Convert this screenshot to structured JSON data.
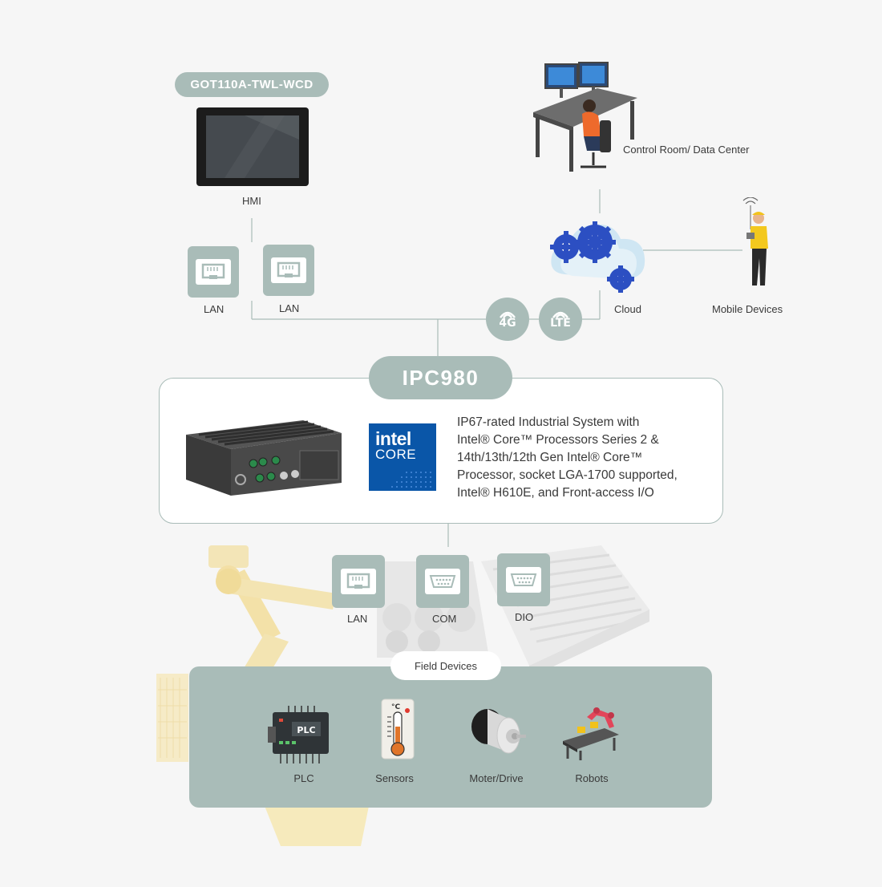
{
  "hmi": {
    "model": "GOT110A-TWL-WCD",
    "label": "HMI"
  },
  "top_ports": [
    {
      "label": "LAN"
    },
    {
      "label": "LAN"
    }
  ],
  "control_room": {
    "label": "Control Room/ Data Center"
  },
  "cloud": {
    "label": "Cloud"
  },
  "mobile": {
    "label": "Mobile Devices"
  },
  "wireless": [
    {
      "text": "4G"
    },
    {
      "text": "LTE"
    }
  ],
  "ipc": {
    "title": "IPC980",
    "intel_line1": "intel",
    "intel_line2": "CORE",
    "description": [
      "IP67-rated Industrial System with",
      "Intel® Core™ Processors Series 2 &",
      "14th/13th/12th Gen Intel® Core™",
      "Processor, socket LGA-1700 supported,",
      "Intel® H610E, and Front-access I/O"
    ]
  },
  "bottom_ports": [
    {
      "label": "LAN"
    },
    {
      "label": "COM"
    },
    {
      "label": "DIO"
    }
  ],
  "field_devices": {
    "title": "Field Devices",
    "plc_chip_text": "PLC",
    "thermo_unit": "°C",
    "items": [
      {
        "label": "PLC"
      },
      {
        "label": "Sensors"
      },
      {
        "label": "Moter/Drive"
      },
      {
        "label": "Robots"
      }
    ]
  },
  "colors": {
    "accent": "#a9bcb8",
    "background": "#f6f6f6",
    "intel_blue": "#0a56a8"
  }
}
